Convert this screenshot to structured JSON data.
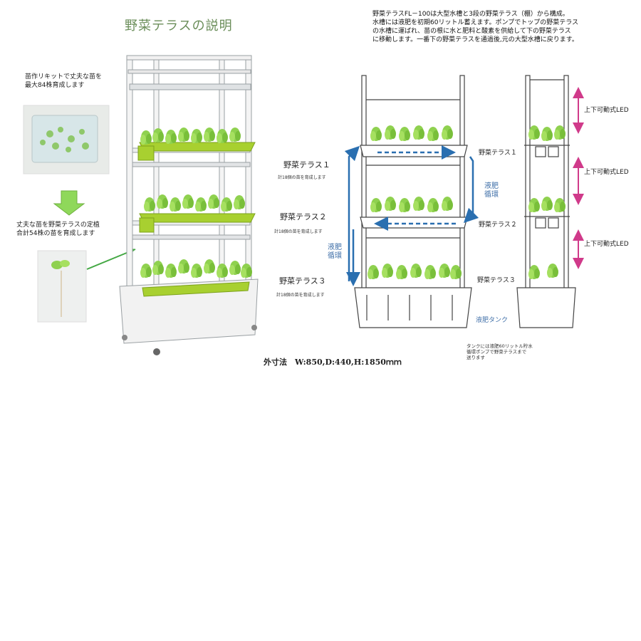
{
  "title": "野菜テラスの説明",
  "intro": {
    "lines": [
      "野菜テラスFL－100は大型水槽と3段の野菜テラス（棚）から構成。",
      "水槽には液肥を初期60リットル蓄えます。ポンプでトップの野菜テラス",
      "の水槽に運ばれ、苗の根に水と肥料と酸素を供給して下の野菜テラス",
      "に移動します。一番下の野菜テラスを通過後,元の大型水槽に戻ります。"
    ]
  },
  "left_panel": {
    "seedling_note": [
      "苗作リキットで丈夫な苗を",
      "最大84株育成します"
    ],
    "planting_note": [
      "丈夫な苗を野菜テラスの定植",
      "合計54株の苗を育成します"
    ]
  },
  "terraces": [
    {
      "label": "野菜テラス１",
      "sub": "計18個の苗を育成します"
    },
    {
      "label": "野菜テラス２",
      "sub": "計18個の苗を育成します"
    },
    {
      "label": "野菜テラス３",
      "sub": "計18個の苗を育成します"
    }
  ],
  "front_diagram": {
    "circulation": "液肥循環",
    "terrace1": "野菜テラス１",
    "terrace2": "野菜テラス２",
    "terrace3": "野菜テラス３",
    "tank": "液肥タンク"
  },
  "side_diagram": {
    "led_labels": [
      "上下可動式LED",
      "上下可動式LED",
      "上下可動式LED"
    ]
  },
  "dimensions": "外寸法　W:850,D:440,H:1850ｍｍ",
  "tank_note": [
    "タンクには液肥60リットル貯水",
    "循環ポンプで野菜テラスまで",
    "送ります"
  ],
  "colors": {
    "title_green": "#6b8e5a",
    "leaf_green": "#8fd14f",
    "tray_green": "#a8d030",
    "arrow_blue": "#2a6fb0",
    "arrow_magenta": "#d03a8a",
    "down_arrow_green": "#8fd85a"
  }
}
